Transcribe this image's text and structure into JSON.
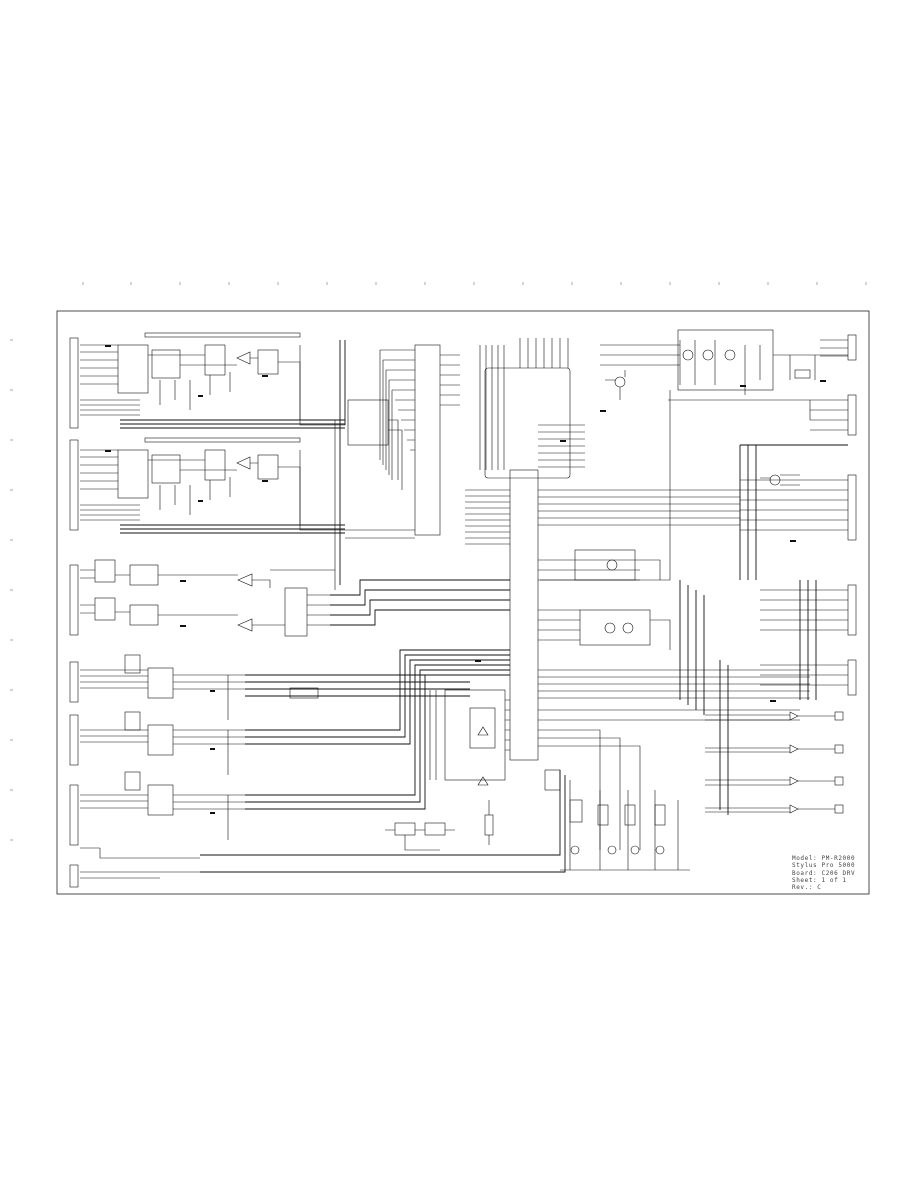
{
  "title_block": {
    "model": "Model: PM-R2000",
    "product": "Stylus Pro 5000",
    "board": "Board: C206 DRV",
    "sheet": "Sheet: 1 of 1",
    "rev": "Rev.: C"
  },
  "colors": {
    "ink": "#111111",
    "border": "#222222",
    "paper": "#ffffff"
  }
}
